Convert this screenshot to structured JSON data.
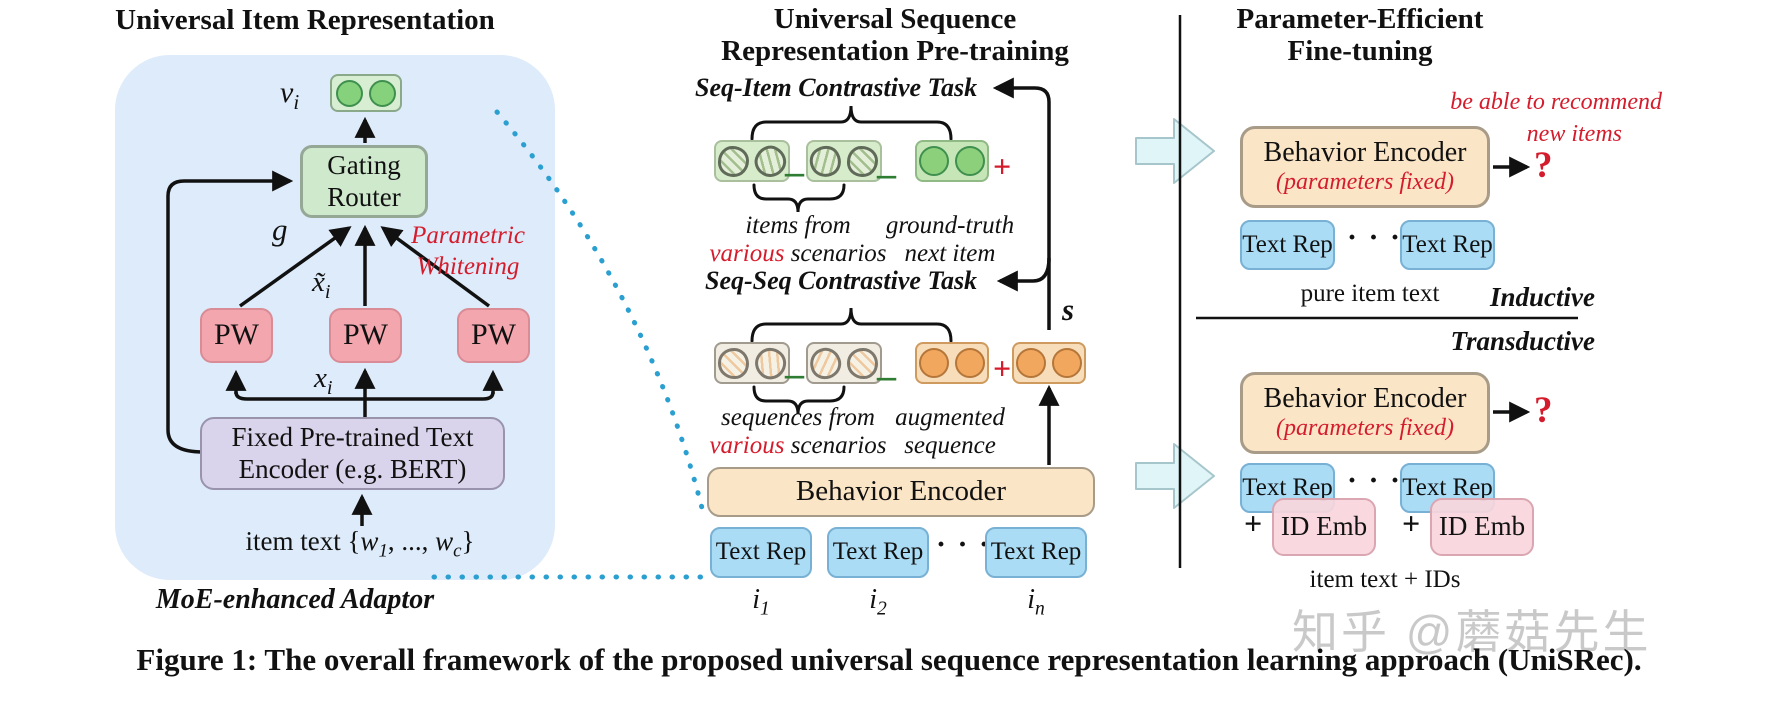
{
  "caption": "Figure 1: The overall framework of the proposed universal sequence representation learning approach (UniSRec).",
  "watermark": "知乎 @蘑菇先生",
  "colors": {
    "panel_blue": "#ddebfa",
    "green_box": "#cfe9cc",
    "pw_pink": "#f4a6ae",
    "encoder_purple": "#d9d4eb",
    "behavior_orange": "#fbe5c7",
    "text_rep_blue": "#aadcf5",
    "id_emb_pink": "#f8d6dc",
    "accent_red": "#d41c2c",
    "dotted_teal": "#2a9fd0",
    "green_circle": "#8dd07c",
    "orange_circle": "#f2a75e"
  },
  "left": {
    "title": "Universal Item Representation",
    "vi_base": "v",
    "vi_sub": "i",
    "gating1": "Gating",
    "gating2": "Router",
    "g": "g",
    "param1": "Parametric",
    "param2": "Whitening",
    "xtilde_base": "x̃",
    "xtilde_sub": "i",
    "pw": "PW",
    "x_base": "x",
    "x_sub": "i",
    "enc1": "Fixed Pre-trained Text",
    "enc2": "Encoder (e.g. BERT)",
    "it_prefix": "item text {",
    "it_w": "w",
    "it_sub1": "1",
    "it_mid": ", ..., ",
    "it_subc": "c",
    "it_suffix": "}",
    "adaptor": "MoE-enhanced Adaptor"
  },
  "middle": {
    "title1": "Universal Sequence",
    "title2": "Representation Pre-training",
    "seq_item_title": "Seq-Item Contrastive Task",
    "seq_seq_title": "Seq-Seq Contrastive Task",
    "minus": "–",
    "plus": "+",
    "items_from": "items from",
    "various": "various",
    "scenarios": " scenarios",
    "gt1": "ground-truth",
    "gt2": "next item",
    "sequences_from": "sequences from",
    "aug1": "augmented",
    "aug2": "sequence",
    "s": "s",
    "behavior_encoder": "Behavior Encoder",
    "text_rep": "Text Rep",
    "dots": "· · ·",
    "i_base": "i",
    "i1": "1",
    "i2": "2",
    "in": "n"
  },
  "right": {
    "title1": "Parameter-Efficient",
    "title2": "Fine-tuning",
    "note1": "be able to recommend",
    "note2": "new items",
    "qmark": "?",
    "behavior_encoder": "Behavior Encoder",
    "params_fixed": "(parameters fixed)",
    "text_rep": "Text Rep",
    "dots": "· · ·",
    "pure_item_text": "pure item text",
    "inductive": "Inductive",
    "transductive": "Transductive",
    "plus": "+",
    "id_emb": "ID Emb",
    "item_text_ids": "item text + IDs"
  }
}
